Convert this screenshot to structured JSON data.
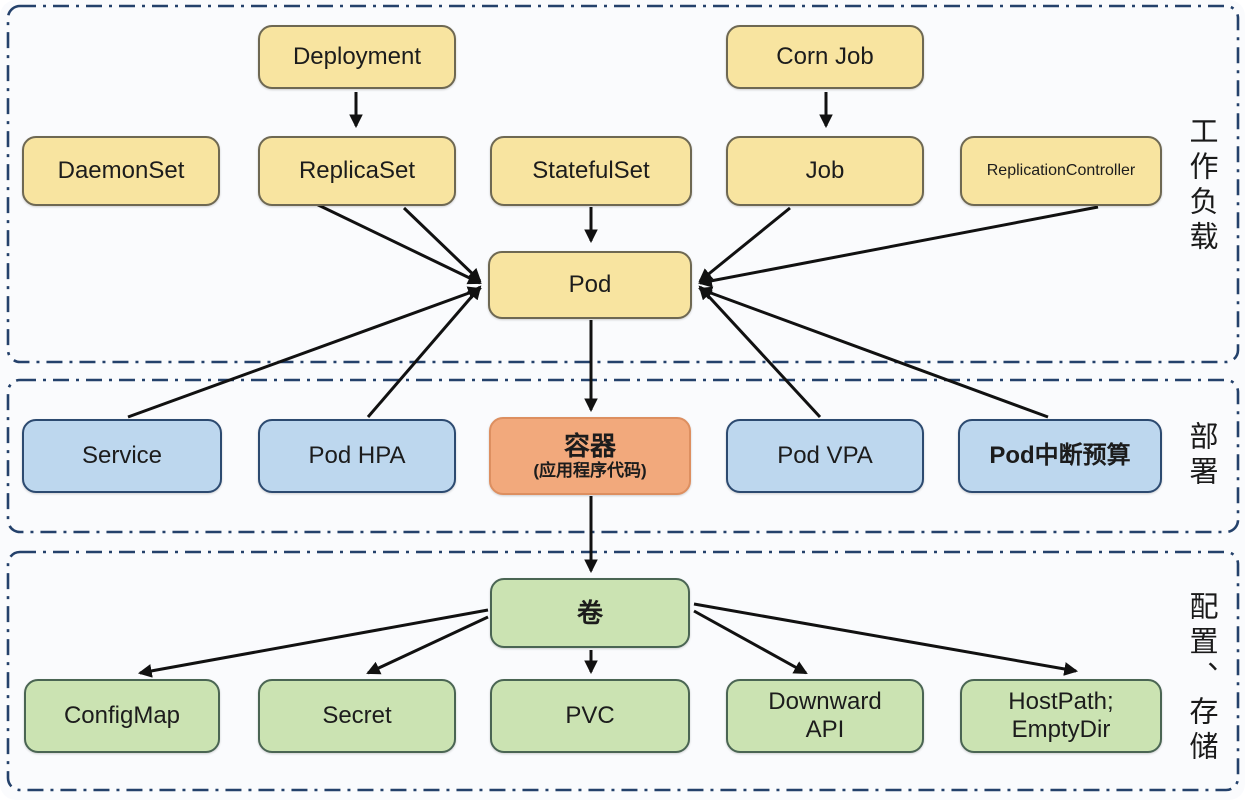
{
  "colors": {
    "bg": "#fafbfd",
    "section-border": "#24416b",
    "node-yellow": "#f8e4a0",
    "node-yellow-border": "#6e6852",
    "node-blue": "#bdd7ee",
    "node-blue-border": "#2c4a70",
    "node-orange": "#f2a97c",
    "node-orange-border": "#dd8f60",
    "node-green": "#cbe3b2",
    "node-green-border": "#4a6553",
    "arrow": "#111111",
    "text": "#1c1c1c"
  },
  "sections": [
    {
      "id": "workload",
      "label": "工作负载"
    },
    {
      "id": "deploy",
      "label": "部署"
    },
    {
      "id": "config-storage",
      "label": "配置、存储"
    }
  ],
  "nodes": [
    {
      "id": "deployment",
      "label": "Deployment"
    },
    {
      "id": "corn-job",
      "label": "Corn Job"
    },
    {
      "id": "daemonset",
      "label": "DaemonSet"
    },
    {
      "id": "replicaset",
      "label": "ReplicaSet"
    },
    {
      "id": "statefulset",
      "label": "StatefulSet"
    },
    {
      "id": "job",
      "label": "Job"
    },
    {
      "id": "replicationcontroller",
      "label": "ReplicationController"
    },
    {
      "id": "pod",
      "label": "Pod"
    },
    {
      "id": "service",
      "label": "Service"
    },
    {
      "id": "pod-hpa",
      "label": "Pod HPA"
    },
    {
      "id": "container",
      "label": "容器",
      "sublabel": "(应用程序代码)"
    },
    {
      "id": "pod-vpa",
      "label": "Pod VPA"
    },
    {
      "id": "pod-disruption-budget",
      "label": "Pod中断预算"
    },
    {
      "id": "volume",
      "label": "卷"
    },
    {
      "id": "configmap",
      "label": "ConfigMap"
    },
    {
      "id": "secret",
      "label": "Secret"
    },
    {
      "id": "pvc",
      "label": "PVC"
    },
    {
      "id": "downward-api",
      "line1": "Downward",
      "line2": "API"
    },
    {
      "id": "hostpath-emptydir",
      "line1": "HostPath;",
      "line2": "EmptyDir"
    }
  ],
  "edges": [
    {
      "from": "Deployment",
      "to": "ReplicaSet"
    },
    {
      "from": "Corn Job",
      "to": "Job"
    },
    {
      "from": "StatefulSet",
      "to": "Pod"
    },
    {
      "from": "DaemonSet",
      "to": "Pod"
    },
    {
      "from": "ReplicaSet",
      "to": "Pod"
    },
    {
      "from": "Service",
      "to": "Pod"
    },
    {
      "from": "Pod HPA",
      "to": "Pod"
    },
    {
      "from": "Job",
      "to": "Pod"
    },
    {
      "from": "ReplicationController",
      "to": "Pod"
    },
    {
      "from": "Pod VPA",
      "to": "Pod"
    },
    {
      "from": "Pod中断预算",
      "to": "Pod"
    },
    {
      "from": "Pod",
      "to": "容器"
    },
    {
      "from": "容器",
      "to": "卷"
    },
    {
      "from": "卷",
      "to": "ConfigMap"
    },
    {
      "from": "卷",
      "to": "Secret"
    },
    {
      "from": "卷",
      "to": "PVC"
    },
    {
      "from": "卷",
      "to": "Downward API"
    },
    {
      "from": "卷",
      "to": "HostPath; EmptyDir"
    }
  ]
}
